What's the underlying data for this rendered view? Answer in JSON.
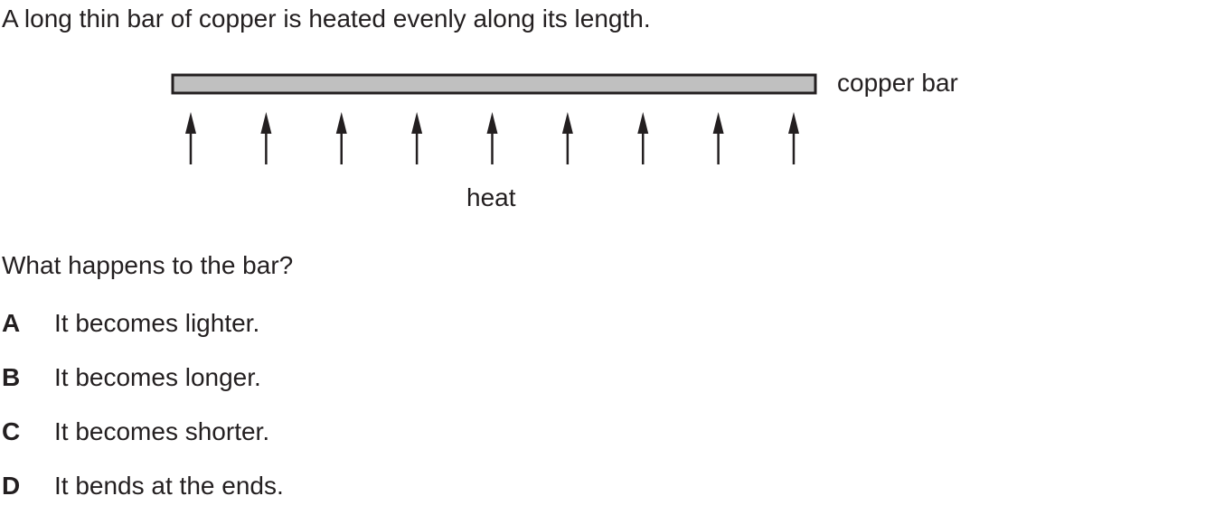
{
  "stem": "A long thin bar of copper is heated evenly along its length.",
  "figure": {
    "bar_label": "copper bar",
    "heat_label": "heat",
    "bar_fill": "#c0c0c0",
    "line_color": "#231f20",
    "arrow_count": 9
  },
  "question": "What happens to the bar?",
  "options": [
    {
      "letter": "A",
      "text": "It becomes lighter."
    },
    {
      "letter": "B",
      "text": "It becomes longer."
    },
    {
      "letter": "C",
      "text": "It becomes shorter."
    },
    {
      "letter": "D",
      "text": "It bends at the ends."
    }
  ]
}
